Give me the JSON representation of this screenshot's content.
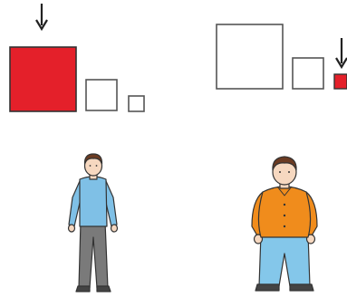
{
  "colors": {
    "highlight": "#e4202a",
    "outline": "#333333",
    "shirt_thin": "#7fc0e6",
    "pants_thin": "#7a7a7a",
    "shirt_wide": "#f08c1c",
    "pants_wide": "#84c7ea",
    "hair": "#6b3b22",
    "skin": "#f6d8c0"
  },
  "panels": [
    {
      "id": "thin",
      "selected_square": "large",
      "figure_build": "thin"
    },
    {
      "id": "wide",
      "selected_square": "small",
      "figure_build": "wide"
    }
  ],
  "icons": {
    "arrow": "down-arrow-icon",
    "person_thin": "thin-person-icon",
    "person_wide": "wide-person-icon"
  }
}
